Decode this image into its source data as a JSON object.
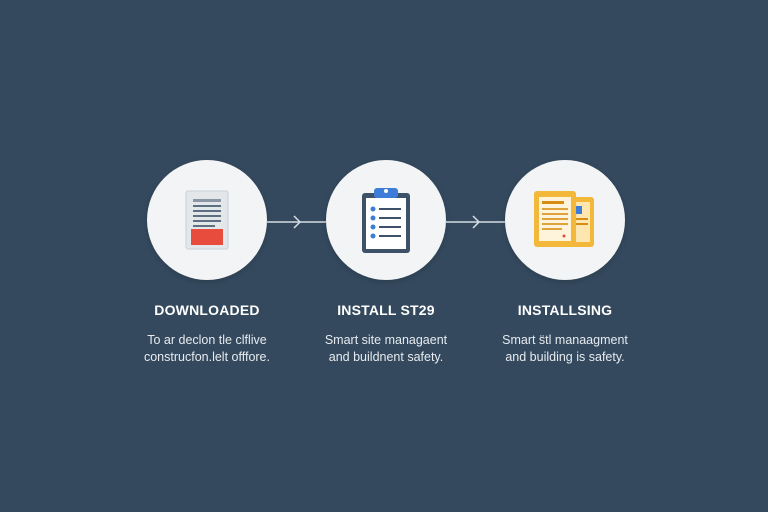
{
  "steps": [
    {
      "icon": "document-icon",
      "title": "DOWNLOADED",
      "desc_line1": "To ar declon tle clflive",
      "desc_line2": "construcfon.lelt offfore."
    },
    {
      "icon": "clipboard-checklist-icon",
      "title": "INSTALL ST29",
      "desc_line1": "Smart site managaent",
      "desc_line2": "and buildnent safety."
    },
    {
      "icon": "tablet-documents-icon",
      "title": "INSTALLSING",
      "desc_line1": "Smart s̈tl manaagment",
      "desc_line2": "and building is safety."
    }
  ],
  "colors": {
    "background": "#34495e",
    "circle": "#f2f4f5",
    "accent_red": "#e74c3c",
    "accent_blue": "#3d7dd8",
    "accent_yellow": "#f3b73a"
  }
}
